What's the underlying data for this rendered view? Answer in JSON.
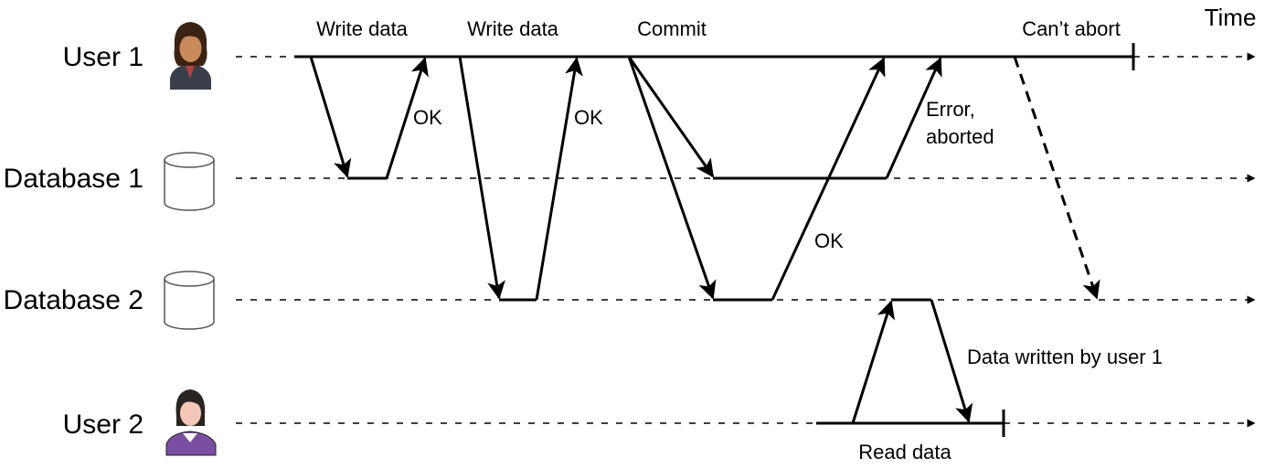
{
  "time_label": "Time",
  "lanes": [
    {
      "id": "user1",
      "label": "User 1",
      "icon": "person-female-dark-icon"
    },
    {
      "id": "db1",
      "label": "Database 1",
      "icon": "database-cylinder-icon"
    },
    {
      "id": "db2",
      "label": "Database 2",
      "icon": "database-cylinder-icon"
    },
    {
      "id": "user2",
      "label": "User 2",
      "icon": "person-female-light-icon"
    }
  ],
  "annotations": {
    "write_data_1": "Write data",
    "write_data_2": "Write data",
    "commit": "Commit",
    "cant_abort": "Can’t abort",
    "ok_1": "OK",
    "ok_2": "OK",
    "ok_3": "OK",
    "error_line1": "Error,",
    "error_line2": "aborted",
    "data_written": "Data written by user 1",
    "read_data": "Read data"
  },
  "colors": {
    "line": "#000000",
    "user1_hair": "#3b2314",
    "user1_skin": "#c98a5c",
    "user1_clothes": "#3b3f4a",
    "user2_hair": "#2a2420",
    "user2_skin": "#f3c6b8",
    "user2_clothes": "#7a4ea0",
    "cylinder_stroke": "#555555"
  }
}
